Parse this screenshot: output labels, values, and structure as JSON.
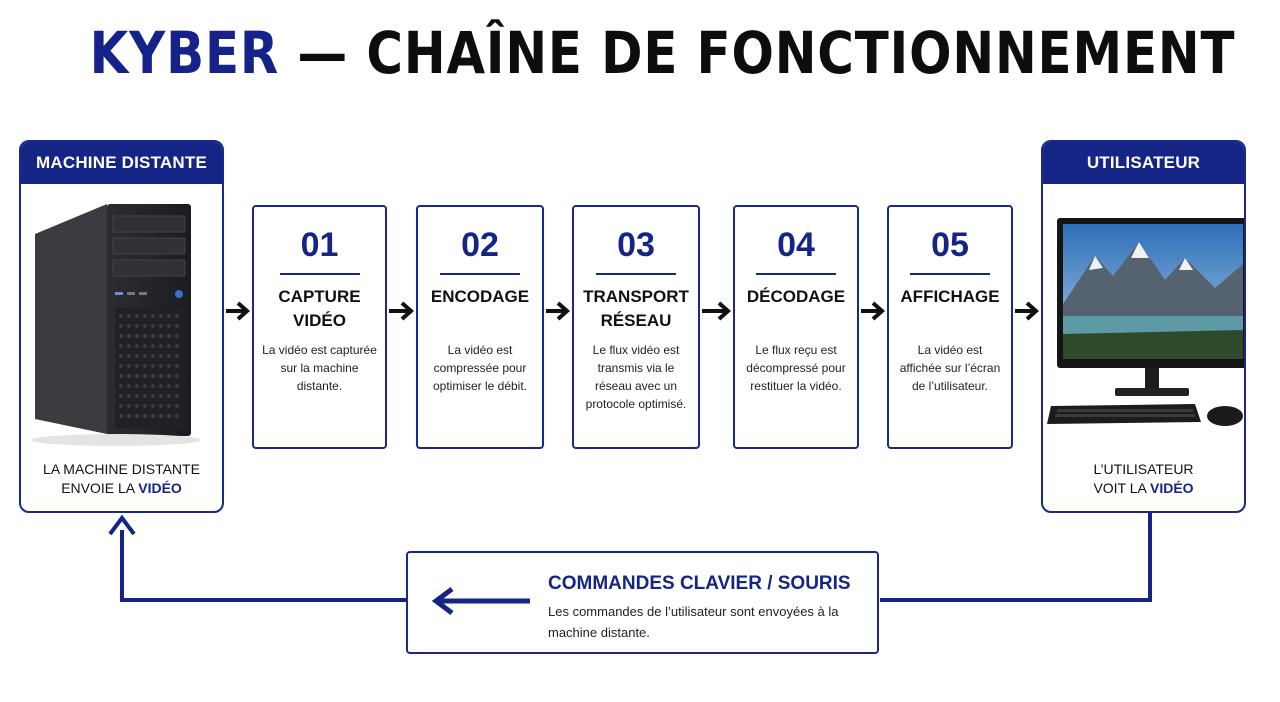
{
  "title": {
    "brand": "KYBER",
    "rest": " — CHAÎNE DE FONCTIONNEMENT"
  },
  "left_panel": {
    "header": "MACHINE DISTANTE",
    "caption_line1": "LA MACHINE DISTANTE",
    "caption_line2_prefix": "ENVOIE LA ",
    "caption_line2_highlight": "VIDÉO"
  },
  "right_panel": {
    "header": "UTILISATEUR",
    "caption_line1": "L’UTILISATEUR",
    "caption_line2_prefix": "VOIT LA ",
    "caption_line2_highlight": "VIDÉO"
  },
  "steps": [
    {
      "number": "01",
      "label": "CAPTURE VIDÉO",
      "description": "La vidéo est capturée sur la machine distante."
    },
    {
      "number": "02",
      "label": "ENCODAGE",
      "description": "La vidéo est compressée pour optimiser le débit."
    },
    {
      "number": "03",
      "label": "TRANSPORT RÉSEAU",
      "description": "Le flux vidéo est transmis via le réseau avec un protocole optimisé."
    },
    {
      "number": "04",
      "label": "DÉCODAGE",
      "description": "Le flux reçu est décompressé pour restituer la vidéo."
    },
    {
      "number": "05",
      "label": "AFFICHAGE",
      "description": "La vidéo est affichée sur l’écran de l’utilisateur."
    }
  ],
  "feedback": {
    "title": "COMMANDES CLAVIER / SOURIS",
    "description": "Les commandes de l’utilisateur sont envoyées à la machine distante."
  },
  "colors": {
    "accent": "#152585",
    "text": "#111111",
    "background": "#ffffff"
  },
  "icons": [
    "desktop-tower-icon",
    "monitor-icon",
    "keyboard-icon",
    "mouse-icon",
    "arrow-right-icon",
    "arrow-left-icon",
    "arrow-up-icon"
  ]
}
